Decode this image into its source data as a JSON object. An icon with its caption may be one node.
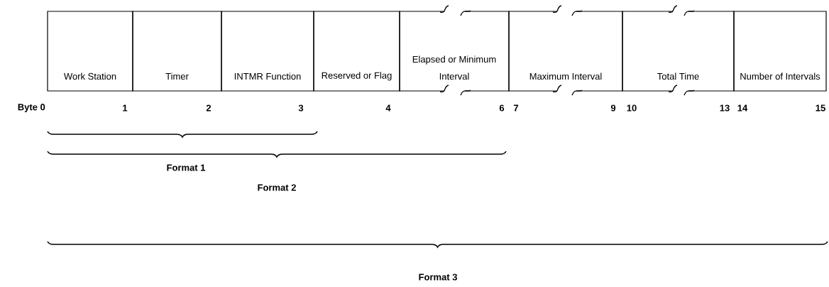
{
  "diagram": {
    "nodes": [
      {
        "text": [
          "Work Station"
        ]
      },
      {
        "text": [
          "Timer"
        ]
      },
      {
        "text": [
          "INTMR Function"
        ]
      },
      {
        "text": [
          "Reserved or Flag"
        ]
      },
      {
        "text": [
          "Elapsed or Minimum Interval"
        ]
      },
      {
        "text": [
          "Maximum Interval"
        ]
      },
      {
        "text": [
          "Total Time"
        ]
      },
      {
        "text": [
          "Number of Intervals"
        ]
      }
    ],
    "labels": [
      "Byte 0",
      "1",
      "2",
      "3",
      "4",
      "6",
      "7",
      "9",
      "10",
      "13",
      "14",
      "15",
      "Format 1",
      "Format 2",
      "Format 3"
    ]
  }
}
